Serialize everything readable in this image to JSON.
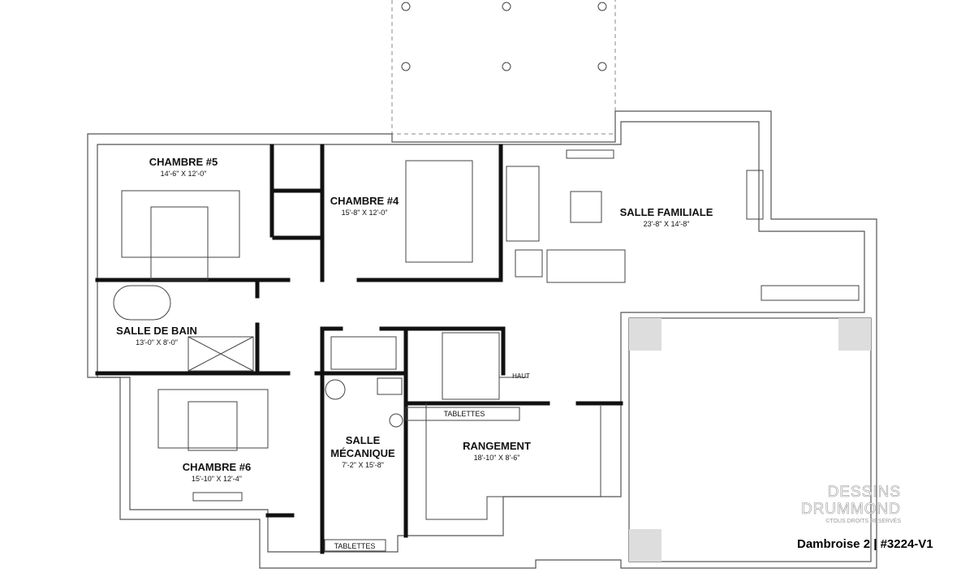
{
  "rooms": [
    {
      "name": "CHAMBRE #5",
      "dims": "14'-6\" X 12'-0\""
    },
    {
      "name": "CHAMBRE #4",
      "dims": "15'-8\" X 12'-0\""
    },
    {
      "name": "SALLE FAMILIALE",
      "dims": "23'-8\" X 14'-8\""
    },
    {
      "name": "SALLE DE BAIN",
      "dims": "13'-0\" X 8'-0\""
    },
    {
      "name": "CHAMBRE #6",
      "dims": "15'-10\" X 12'-4\""
    },
    {
      "name": "SALLE MÉCANIQUE",
      "dims": "7'-2\" X 15'-8\""
    },
    {
      "name": "RANGEMENT",
      "dims": "18'-10\" X 8'-6\""
    }
  ],
  "labels": {
    "shelves_1": "TABLETTES",
    "shelves_2": "TABLETTES",
    "stairs_up": "HAUT"
  },
  "branding": {
    "line1": "DESSINS",
    "line2": "DRUMMOND",
    "copyright": "©TOUS DROITS RÉSERVÉS"
  },
  "plan_title": "Dambroise 2 | #3224-V1"
}
